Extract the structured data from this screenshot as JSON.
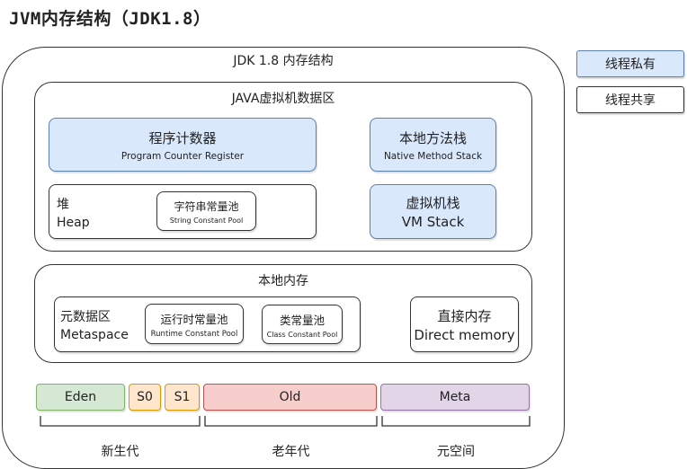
{
  "title": "JVM内存结构（JDK1.8）",
  "outer_title": "JDK 1.8 内存结构",
  "jvm_area": {
    "title": "JAVA虚拟机数据区",
    "pc_register": {
      "zh": "程序计数器",
      "en": "Program Counter Register"
    },
    "native_stack": {
      "zh": "本地方法栈",
      "en": "Native Method Stack"
    },
    "heap": {
      "zh": "堆",
      "en": "Heap"
    },
    "string_pool": {
      "zh": "字符串常量池",
      "en": "String Constant Pool"
    },
    "vm_stack": {
      "zh": "虚拟机栈",
      "en": "VM Stack"
    }
  },
  "native_memory": {
    "title": "本地内存",
    "metaspace": {
      "zh": "元数据区",
      "en": "Metaspace"
    },
    "runtime_pool": {
      "zh": "运行时常量池",
      "en": "Runtime Constant Pool"
    },
    "class_pool": {
      "zh": "类常量池",
      "en": "Class Constant Pool"
    },
    "direct_memory": {
      "zh": "直接内存",
      "en": "Direct memory"
    }
  },
  "generations": {
    "eden": "Eden",
    "s0": "S0",
    "s1": "S1",
    "old": "Old",
    "meta": "Meta",
    "young_label": "新生代",
    "old_label": "老年代",
    "meta_label": "元空间"
  },
  "legend": {
    "private": "线程私有",
    "shared": "线程共享"
  },
  "colors": {
    "private_blue": "#dae8fc",
    "eden_green": "#d5e8d4",
    "survivor_yellow": "#ffe6cc",
    "old_red": "#f8cecc",
    "meta_purple": "#e1d5e7"
  }
}
